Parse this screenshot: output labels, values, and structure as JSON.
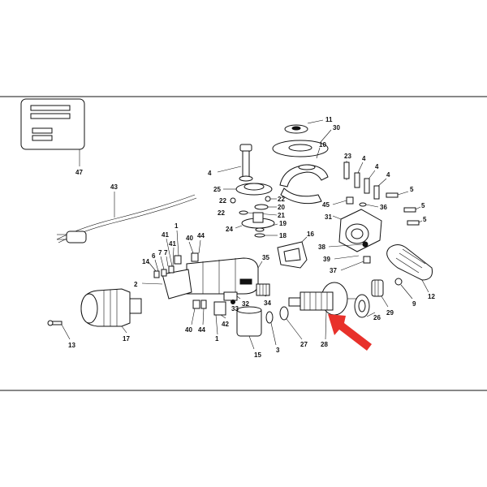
{
  "diagram": {
    "labels": [
      {
        "id": "47",
        "text": "47"
      },
      {
        "id": "11",
        "text": "11"
      },
      {
        "id": "30",
        "text": "30"
      },
      {
        "id": "10",
        "text": "10"
      },
      {
        "id": "23",
        "text": "23"
      },
      {
        "id": "4a",
        "text": "4"
      },
      {
        "id": "4b",
        "text": "4"
      },
      {
        "id": "4c",
        "text": "4"
      },
      {
        "id": "4d",
        "text": "4"
      },
      {
        "id": "5a",
        "text": "5"
      },
      {
        "id": "5b",
        "text": "5"
      },
      {
        "id": "5c",
        "text": "5"
      },
      {
        "id": "43",
        "text": "43"
      },
      {
        "id": "25",
        "text": "25"
      },
      {
        "id": "22a",
        "text": "22"
      },
      {
        "id": "20",
        "text": "20"
      },
      {
        "id": "22b",
        "text": "22"
      },
      {
        "id": "21",
        "text": "21"
      },
      {
        "id": "45",
        "text": "45"
      },
      {
        "id": "36",
        "text": "36"
      },
      {
        "id": "31",
        "text": "31"
      },
      {
        "id": "19",
        "text": "19"
      },
      {
        "id": "24",
        "text": "24"
      },
      {
        "id": "18",
        "text": "18"
      },
      {
        "id": "1a",
        "text": "1"
      },
      {
        "id": "16",
        "text": "16"
      },
      {
        "id": "38",
        "text": "38"
      },
      {
        "id": "41a",
        "text": "41"
      },
      {
        "id": "40a",
        "text": "40"
      },
      {
        "id": "44a",
        "text": "44"
      },
      {
        "id": "39",
        "text": "39"
      },
      {
        "id": "6",
        "text": "6"
      },
      {
        "id": "7a",
        "text": "7"
      },
      {
        "id": "41b",
        "text": "41"
      },
      {
        "id": "14",
        "text": "14"
      },
      {
        "id": "7b",
        "text": "7"
      },
      {
        "id": "35",
        "text": "35"
      },
      {
        "id": "37",
        "text": "37"
      },
      {
        "id": "2",
        "text": "2"
      },
      {
        "id": "12",
        "text": "12"
      },
      {
        "id": "32",
        "text": "32"
      },
      {
        "id": "34",
        "text": "34"
      },
      {
        "id": "33",
        "text": "33"
      },
      {
        "id": "29",
        "text": "29"
      },
      {
        "id": "9",
        "text": "9"
      },
      {
        "id": "26",
        "text": "26"
      },
      {
        "id": "17",
        "text": "17"
      },
      {
        "id": "42",
        "text": "42"
      },
      {
        "id": "40b",
        "text": "40"
      },
      {
        "id": "44b",
        "text": "44"
      },
      {
        "id": "1b",
        "text": "1"
      },
      {
        "id": "28",
        "text": "28"
      },
      {
        "id": "27",
        "text": "27"
      },
      {
        "id": "3",
        "text": "3"
      },
      {
        "id": "15",
        "text": "15"
      },
      {
        "id": "13",
        "text": "13"
      }
    ],
    "highlight_arrow_color": "#e8312b",
    "line_color": "#111111"
  }
}
